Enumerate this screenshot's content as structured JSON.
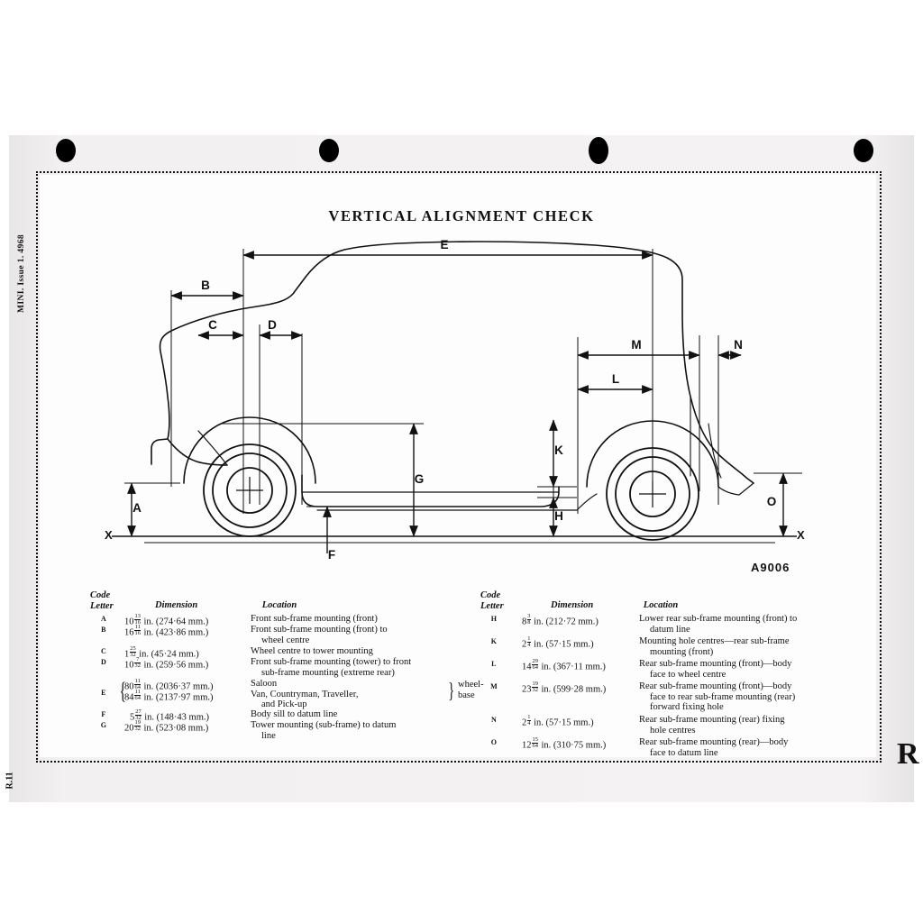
{
  "page": {
    "title": "VERTICAL ALIGNMENT CHECK",
    "drawing_ref": "A9006",
    "margin_left_text": "MINI.   Issue 1.   4968",
    "page_number": "R.11",
    "section_mark": "R"
  },
  "diagram": {
    "datum_left_label": "X",
    "datum_right_label": "X",
    "horizontal_dimensions": [
      "B",
      "C",
      "D",
      "E",
      "M",
      "N",
      "L"
    ],
    "vertical_dimensions": [
      "A",
      "F",
      "G",
      "K",
      "H",
      "O"
    ],
    "letters": {
      "A": "A",
      "B": "B",
      "C": "C",
      "D": "D",
      "E": "E",
      "F": "F",
      "G": "G",
      "H": "H",
      "K": "K",
      "L": "L",
      "M": "M",
      "N": "N",
      "O": "O"
    }
  },
  "key": {
    "headers": {
      "code_line1": "Code",
      "code_line2": "Letter",
      "dimension": "Dimension",
      "location": "Location"
    },
    "left_rows": [
      {
        "code": "A",
        "whole": "10",
        "num": "13",
        "den": "16",
        "unit": "in. (274·64 mm.)",
        "location": "Front sub-frame mounting (front)"
      },
      {
        "code": "B",
        "whole": "16",
        "num": "11",
        "den": "16",
        "unit": "in. (423·86 mm.)",
        "location": "Front sub-frame mounting (front) to",
        "location2": "wheel centre"
      },
      {
        "code": "C",
        "whole": "1",
        "num": "25",
        "den": "32",
        "unit": "in. (45·24 mm.)",
        "location": "Wheel centre to tower mounting"
      },
      {
        "code": "D",
        "whole": "10",
        "num": "7",
        "den": "32",
        "unit": "in. (259·56 mm.)",
        "location": "Front sub-frame mounting (tower) to front",
        "location2": "sub-frame mounting (extreme rear)"
      }
    ],
    "e_row": {
      "code": "E",
      "sub": [
        {
          "whole": "80",
          "num": "11",
          "den": "64",
          "unit": "in. (2036·37 mm.)",
          "location": "Saloon"
        },
        {
          "whole": "84",
          "num": "11",
          "den": "64",
          "unit": "in. (2137·97 mm.)",
          "location": "Van, Countryman, Traveller,",
          "location2": "and Pick-up"
        }
      ],
      "note_line1": "wheel-",
      "note_line2": "base"
    },
    "left_rows_tail": [
      {
        "code": "F",
        "whole": "5",
        "num": "27",
        "den": "32",
        "unit": "in. (148·43 mm.)",
        "location": "Body sill to datum line"
      },
      {
        "code": "G",
        "whole": "20",
        "num": "19",
        "den": "32",
        "unit": "in. (523·08 mm.)",
        "location": "Tower mounting (sub-frame) to datum",
        "location2": "line"
      }
    ],
    "right_rows": [
      {
        "code": "H",
        "whole": "8",
        "num": "3",
        "den": "8",
        "unit": "in. (212·72 mm.)",
        "location": "Lower rear sub-frame mounting (front) to",
        "location2": "datum line"
      },
      {
        "code": "K",
        "whole": "2",
        "num": "1",
        "den": "4",
        "unit": "in. (57·15 mm.)",
        "location": "Mounting hole centres—rear sub-frame",
        "location2": "mounting (front)"
      },
      {
        "code": "L",
        "whole": "14",
        "num": "29",
        "den": "64",
        "unit": "in. (367·11 mm.)",
        "location": "Rear sub-frame mounting (front)—body",
        "location2": "face to wheel centre"
      },
      {
        "code": "M",
        "whole": "23",
        "num": "19",
        "den": "32",
        "unit": "in. (599·28 mm.)",
        "location": "Rear sub-frame mounting (front)—body",
        "location2": "face to rear sub-frame mounting (rear)",
        "location3": "forward fixing hole"
      },
      {
        "code": "N",
        "whole": "2",
        "num": "1",
        "den": "4",
        "unit": "in. (57·15 mm.)",
        "location": "Rear sub-frame mounting (rear) fixing",
        "location2": "hole centres"
      },
      {
        "code": "O",
        "whole": "12",
        "num": "15",
        "den": "64",
        "unit": "in. (310·75 mm.)",
        "location": "Rear sub-frame mounting (rear)—body",
        "location2": "face to datum line"
      }
    ]
  }
}
